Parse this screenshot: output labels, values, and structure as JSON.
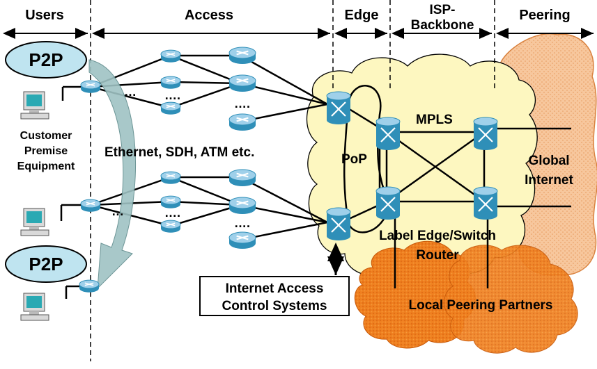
{
  "sections": {
    "users": "Users",
    "access": "Access",
    "edge": "Edge",
    "isp_backbone_line1": "ISP-",
    "isp_backbone_line2": "Backbone",
    "peering": "Peering"
  },
  "p2p_top": "P2P",
  "p2p_bottom": "P2P",
  "cpe": {
    "line1": "Customer",
    "line2": "Premise",
    "line3": "Equipment"
  },
  "access_tech": "Ethernet, SDH, ATM etc.",
  "pop": "PoP",
  "mpls": "MPLS",
  "global_internet": {
    "line1": "Global",
    "line2": "Internet"
  },
  "ler": {
    "line1": "Label Edge/Switch",
    "line2": "Router"
  },
  "local_peering": "Local Peering Partners",
  "iacs": {
    "line1": "Internet Access",
    "line2": "Control Systems"
  },
  "dots": {
    "a": "…",
    "b": "….",
    "c": "….",
    "d": "…",
    "e": "….",
    "f": "…."
  },
  "colors": {
    "cloud_fill": "#fdf7c0",
    "global_fill": "#f7c79d",
    "local_fill": "#ee7d20",
    "router_body": "#2f8fb8",
    "router_top": "#9fd0ea",
    "p2p_fill": "#bfe4f0",
    "arrow_fill": "#9fc3c4"
  }
}
